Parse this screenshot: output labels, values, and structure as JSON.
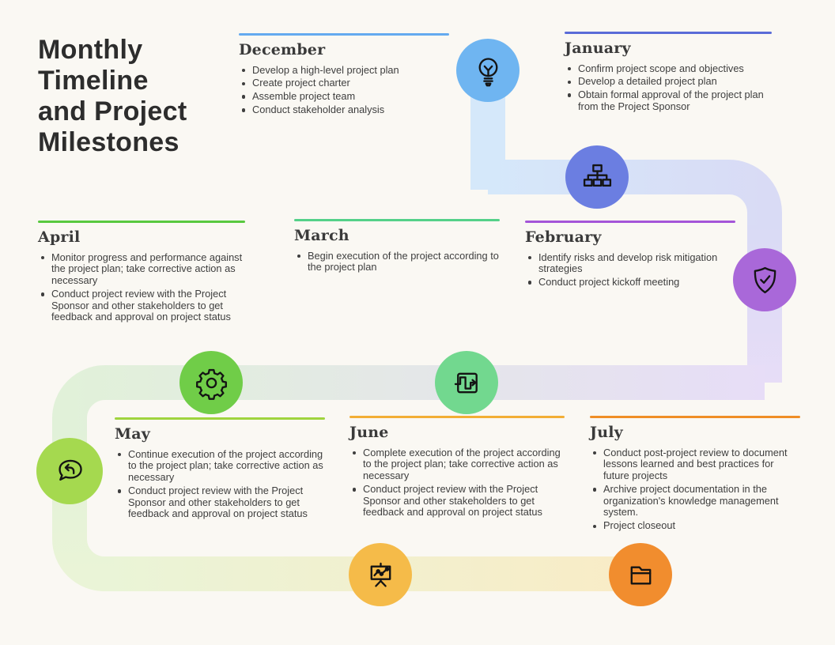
{
  "title": {
    "full": "Monthly Timeline and Project Milestones",
    "lines": [
      "Monthly",
      "Timeline",
      "and Project",
      "Milestones"
    ]
  },
  "months": [
    {
      "label": "December",
      "accent": "#64aaef",
      "items": [
        "Develop a high-level project plan",
        "Create project charter",
        "Assemble project team",
        "Conduct stakeholder analysis"
      ]
    },
    {
      "label": "January",
      "accent": "#5a6cd8",
      "items": [
        "Confirm project scope and objectives",
        "Develop a detailed project plan",
        "Obtain formal approval of the project plan from the Project Sponsor"
      ]
    },
    {
      "label": "February",
      "accent": "#a455d8",
      "items": [
        "Identify risks and develop risk mitigation strategies",
        "Conduct project kickoff meeting"
      ]
    },
    {
      "label": "March",
      "accent": "#54d189",
      "items": [
        "Begin execution of the project according to the project plan"
      ]
    },
    {
      "label": "April",
      "accent": "#58c83f",
      "items": [
        "Monitor progress and performance against the project plan; take corrective action as necessary",
        "Conduct project review with the Project Sponsor and other stakeholders to get feedback and approval on project status"
      ]
    },
    {
      "label": "May",
      "accent": "#9fd43e",
      "items": [
        "Continue execution of the project according to the project plan; take corrective action as necessary",
        "Conduct project review with the Project Sponsor and other stakeholders to get feedback and approval on project status"
      ]
    },
    {
      "label": "June",
      "accent": "#f2ae35",
      "items": [
        "Complete execution of the project according to the project plan; take corrective action as necessary",
        "Conduct project review with the Project Sponsor and other stakeholders to get feedback and approval on project status"
      ]
    },
    {
      "label": "July",
      "accent": "#ef8e26",
      "items": [
        "Conduct post-project review to document lessons learned and best practices for future projects",
        "Archive project documentation in the organization's knowledge management system.",
        "Project closeout"
      ]
    }
  ],
  "nodes": [
    {
      "name": "lightbulb-icon",
      "color": "#6fb5f1"
    },
    {
      "name": "sitemap-icon",
      "color": "#6b7ee1"
    },
    {
      "name": "shield-check-icon",
      "color": "#a968d9"
    },
    {
      "name": "workflow-icon",
      "color": "#72d88f"
    },
    {
      "name": "gear-icon",
      "color": "#70cd48"
    },
    {
      "name": "chat-reply-icon",
      "color": "#a5d94f"
    },
    {
      "name": "presentation-chart-icon",
      "color": "#f5bb49"
    },
    {
      "name": "folder-icon",
      "color": "#f18d2e"
    }
  ],
  "path_gradient": [
    "#d5e8fa",
    "#d9dbf5",
    "#e7ddf7",
    "#e1f1d9",
    "#eaf4d7",
    "#f9ecc6"
  ],
  "background": "#faf8f3"
}
